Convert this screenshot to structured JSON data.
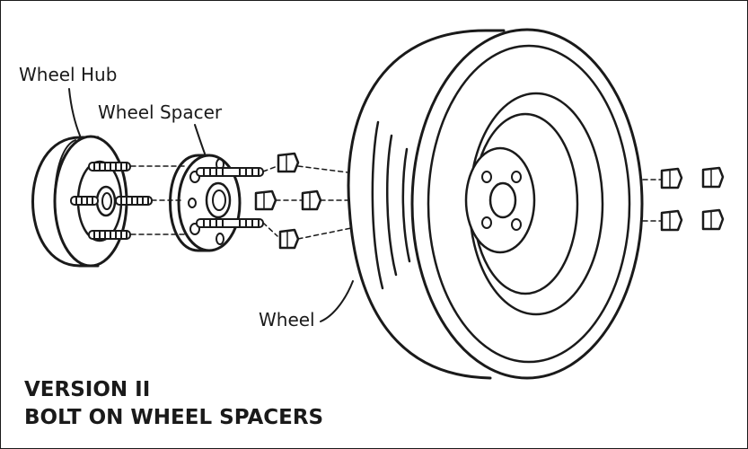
{
  "labels": {
    "wheel_hub": "Wheel Hub",
    "wheel_spacer": "Wheel Spacer",
    "wheel": "Wheel"
  },
  "caption": {
    "line1": "VERSION II",
    "line2": "BOLT ON WHEEL SPACERS"
  },
  "colors": {
    "ink": "#1a1a1a",
    "paper": "#ffffff"
  }
}
